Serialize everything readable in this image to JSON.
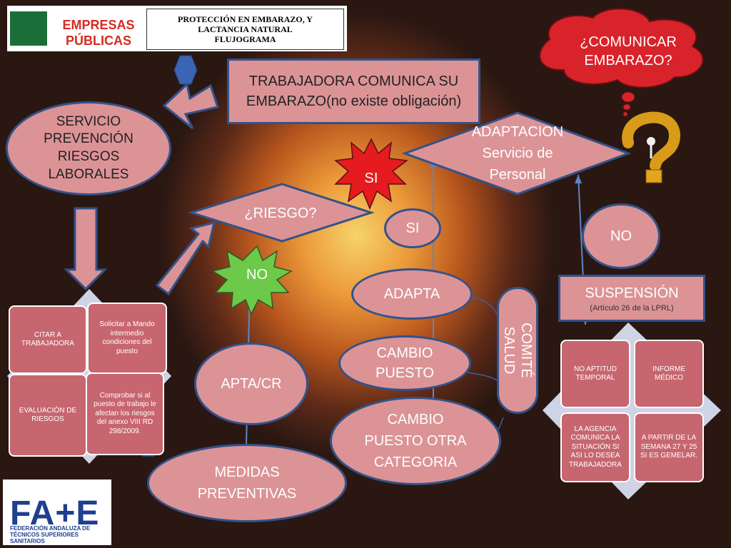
{
  "header": {
    "brand_left": "EMPRESAS",
    "brand_right": "PÚBLICAS",
    "title_line1": "PROTECCIÓN EN EMBARAZO, Y",
    "title_line2": "LACTANCIA NATURAL",
    "title_line3": "FLUJOGRAMA"
  },
  "cloud": {
    "line1": "¿COMUNICAR",
    "line2": "EMBARAZO?"
  },
  "nodes": {
    "trabajadora_line1": "TRABAJADORA COMUNICA SU",
    "trabajadora_line2": "EMBARAZO(no existe obligación)",
    "servicio_line1": "SERVICIO",
    "servicio_line2": "PREVENCIÓN",
    "servicio_line3": "RIESGOS",
    "servicio_line4": "LABORALES",
    "adaptacion_line1": "ADAPTACION",
    "adaptacion_line2": "Servicio de",
    "adaptacion_line3": "Personal",
    "riesgo": "¿RIESGO?",
    "si_star": "SI",
    "si_ellipse": "SI",
    "no_star": "NO",
    "no_ellipse": "NO",
    "adapta": "ADAPTA",
    "cambio_puesto_line1": "CAMBIO",
    "cambio_puesto_line2": "PUESTO",
    "cambio_otra_line1": "CAMBIO",
    "cambio_otra_line2": "PUESTO OTRA",
    "cambio_otra_line3": "CATEGORIA",
    "apta": "APTA/CR",
    "medidas_line1": "MEDIDAS",
    "medidas_line2": "PREVENTIVAS",
    "comite_line1": "COMITÉ",
    "comite_line2": "SALUD",
    "suspension_title": "SUSPENSIÓN",
    "suspension_sub": "(Artículo 26 de la LPRL)"
  },
  "left_tiles": {
    "t1": "CITAR A TRABAJADORA",
    "t2": "Solicitar a Mando intermedio condiciones  del puesto",
    "t3": "EVALUACIÓN DE RIESGOS",
    "t4": "Comprobar si al puesto de trabajo le afectan los riesgos del anexo VIII RD 298/2009."
  },
  "right_tiles": {
    "t1": "NO APTITUD TEMPORAL",
    "t2": "INFORME MÉDICO",
    "t3": "LA AGENCIA COMUNICA LA SITUACIÓN SI ASI LO DESEA TRABAJADORA",
    "t4": "A PARTIR DE LA SEMANA 27 Y 25 SI ES GEMELAR."
  },
  "footer": {
    "logo_text": "FA+E",
    "logo_sub_line1": "FEDERACIÓN ANDALUZA DE",
    "logo_sub_line2": "TÉCNICOS SUPERIORES SANITARIOS"
  },
  "colors": {
    "shape_fill": "#dc9396",
    "shape_border": "#33528a",
    "tile_fill": "#c7666f",
    "cloud_fill": "#d8232a",
    "si_star": "#e51b1f",
    "no_star": "#6cc94a"
  }
}
